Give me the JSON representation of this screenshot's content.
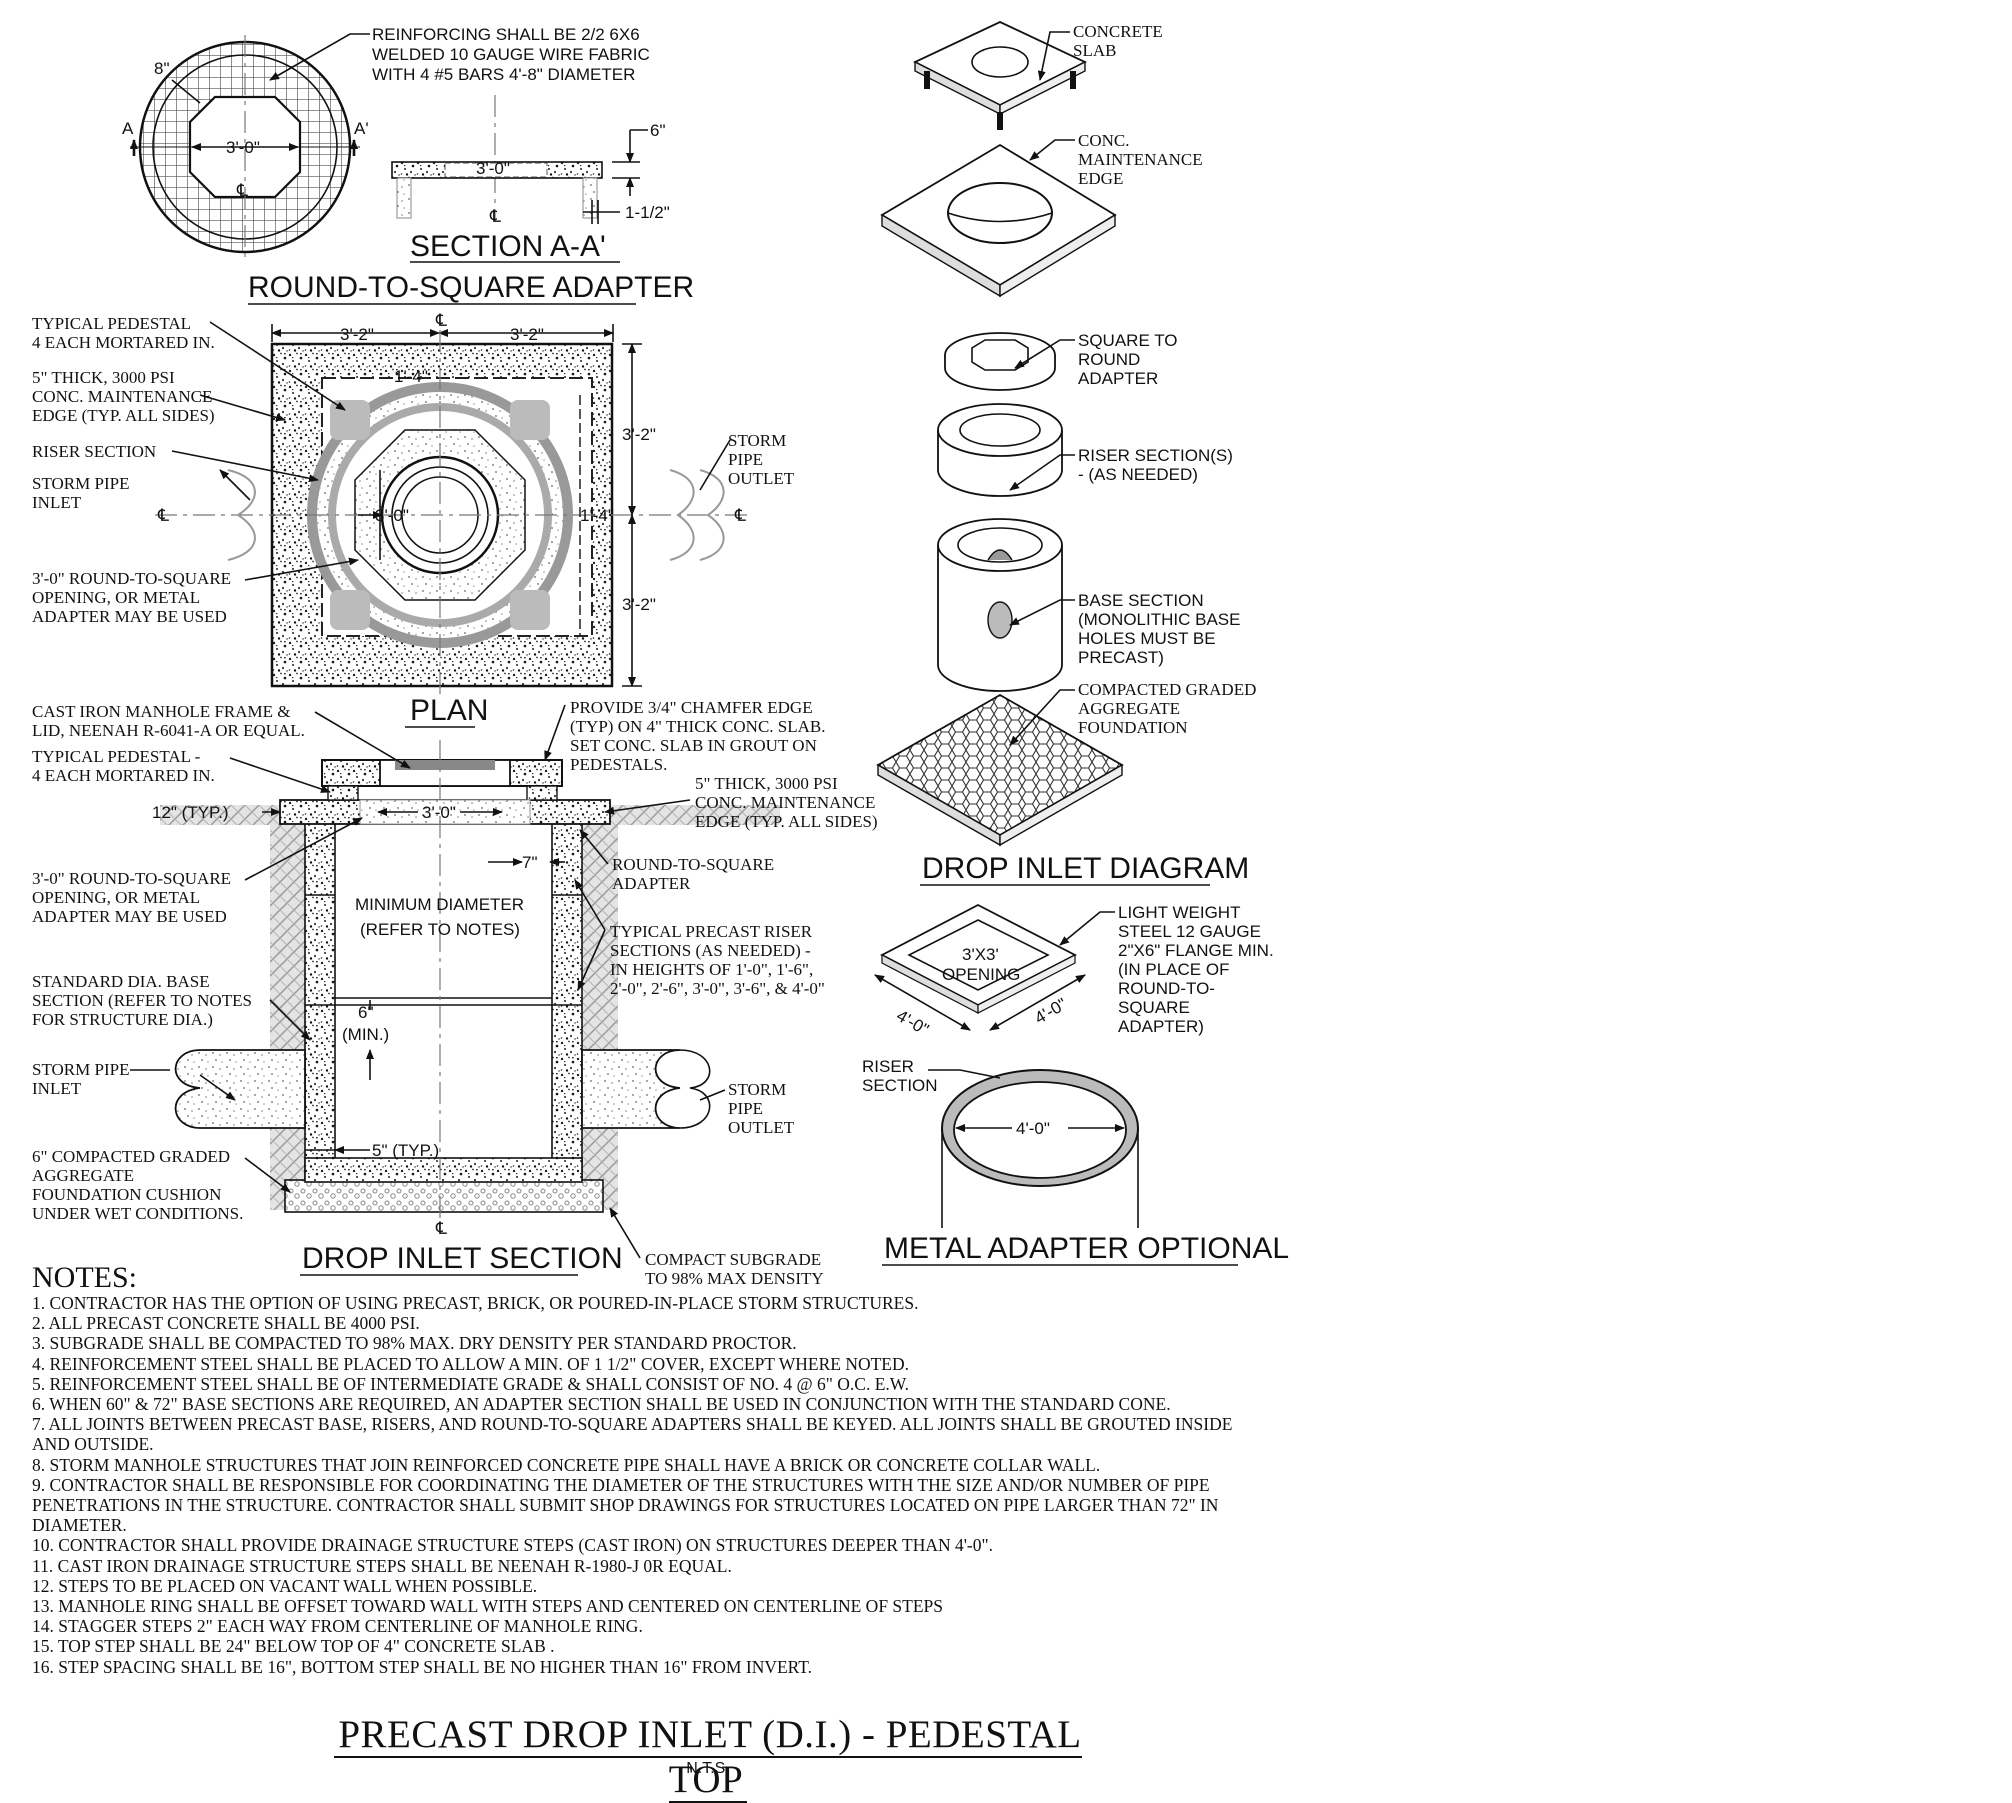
{
  "title": "PRECAST DROP INLET (D.I.) - PEDESTAL TOP",
  "scale": "N.T.S.",
  "adapter": {
    "title": "ROUND-TO-SQUARE ADAPTER",
    "section_title": "SECTION A-A'",
    "reinforcing_note": [
      "REINFORCING SHALL BE 2/2 6X6",
      "WELDED 10 GAUGE WIRE FABRIC",
      "WITH 4 #5 BARS 4'-8\" DIAMETER"
    ],
    "dim_8": "8\"",
    "dim_3_0": "3'-0\"",
    "sec_a": "A",
    "sec_a_prime": "A'",
    "cl": "℄",
    "dim_6": "6\"",
    "dim_1_5": "1-1/2\""
  },
  "plan": {
    "title": "PLAN",
    "dim_3_2": "3'-2\"",
    "dim_1_4": "1'-4\"",
    "dim_3_0": "3'-0\"",
    "labels": {
      "pedestal": [
        "TYPICAL PEDESTAL",
        "4 EACH MORTARED IN."
      ],
      "maint_edge": [
        "5\" THICK, 3000 PSI",
        "CONC. MAINTENANCE",
        "EDGE (TYP. ALL SIDES)"
      ],
      "riser": [
        "RISER SECTION"
      ],
      "inlet": [
        "STORM PIPE",
        "INLET"
      ],
      "opening": [
        "3'-0\" ROUND-TO-SQUARE",
        "OPENING, OR METAL",
        "ADAPTER MAY BE USED"
      ],
      "outlet": [
        "STORM",
        "PIPE",
        "OUTLET"
      ]
    }
  },
  "section": {
    "title": "DROP INLET SECTION",
    "dim_12": "12\" (TYP.)",
    "dim_3_0": "3'-0\"",
    "dim_7": "7\"",
    "dim_6": "6\"",
    "dim_min": "(MIN.)",
    "dim_5": "5\" (TYP.)",
    "min_dia": [
      "MINIMUM DIAMETER",
      "(REFER TO NOTES)"
    ],
    "labels": {
      "frame": [
        "CAST IRON MANHOLE FRAME &",
        "LID, NEENAH R-6041-A OR EQUAL."
      ],
      "pedestal": [
        "TYPICAL PEDESTAL -",
        "4 EACH MORTARED IN."
      ],
      "chamfer": [
        "PROVIDE 3/4\" CHAMFER EDGE",
        "(TYP) ON 4\" THICK CONC. SLAB.",
        "SET CONC. SLAB IN GROUT ON",
        "PEDESTALS."
      ],
      "maint_edge": [
        "5\" THICK, 3000 PSI",
        "CONC. MAINTENANCE",
        "EDGE (TYP. ALL SIDES)"
      ],
      "opening": [
        "3'-0\" ROUND-TO-SQUARE",
        "OPENING, OR METAL",
        "ADAPTER MAY BE USED"
      ],
      "adapter": [
        "ROUND-TO-SQUARE",
        "ADAPTER"
      ],
      "risers": [
        "TYPICAL PRECAST RISER",
        "SECTIONS (AS NEEDED) -",
        "IN HEIGHTS OF 1'-0\", 1'-6\",",
        "2'-0\", 2'-6\", 3'-0\", 3'-6\", & 4'-0\""
      ],
      "base": [
        "STANDARD DIA. BASE",
        "SECTION (REFER TO NOTES",
        "FOR STRUCTURE DIA.)"
      ],
      "inlet": [
        "STORM PIPE",
        "INLET"
      ],
      "outlet": [
        "STORM",
        "PIPE",
        "OUTLET"
      ],
      "foundation": [
        "6\" COMPACTED GRADED",
        "AGGREGATE",
        "FOUNDATION CUSHION",
        "UNDER WET CONDITIONS."
      ],
      "subgrade": [
        "COMPACT SUBGRADE",
        "TO 98% MAX DENSITY"
      ]
    }
  },
  "diagram": {
    "title": "DROP INLET DIAGRAM",
    "slab": [
      "CONCRETE",
      "SLAB"
    ],
    "maint": [
      "CONC.",
      "MAINTENANCE",
      "EDGE"
    ],
    "adapter": [
      "SQUARE TO",
      "ROUND",
      "ADAPTER"
    ],
    "riser": [
      "RISER SECTION(S)",
      "-  (AS NEEDED)"
    ],
    "base": [
      "BASE SECTION",
      "(MONOLITHIC BASE",
      "HOLES MUST BE",
      "PRECAST)"
    ],
    "foundation": [
      "COMPACTED GRADED",
      "AGGREGATE",
      "FOUNDATION"
    ]
  },
  "metal": {
    "title": "METAL ADAPTER OPTIONAL",
    "flange": [
      "LIGHT WEIGHT",
      "STEEL 12 GAUGE",
      "2\"X6\" FLANGE MIN.",
      "(IN PLACE OF",
      "ROUND-TO-",
      "SQUARE",
      "ADAPTER)"
    ],
    "opening": [
      "3'X3'",
      "OPENING"
    ],
    "dim_4_0": "4'-0\"",
    "riser": [
      "RISER",
      "SECTION"
    ]
  },
  "notes": {
    "heading": "NOTES:",
    "items": [
      "1.  CONTRACTOR HAS THE OPTION OF USING PRECAST, BRICK, OR POURED-IN-PLACE STORM STRUCTURES.",
      "2.  ALL PRECAST CONCRETE SHALL BE 4000 PSI.",
      "3.   SUBGRADE SHALL BE COMPACTED TO 98% MAX. DRY DENSITY PER STANDARD PROCTOR.",
      "4.   REINFORCEMENT STEEL SHALL BE PLACED TO ALLOW A MIN. OF 1 1/2\" COVER, EXCEPT WHERE NOTED.",
      "5.   REINFORCEMENT STEEL SHALL BE OF INTERMEDIATE GRADE & SHALL CONSIST OF NO. 4 @ 6\" O.C. E.W.",
      "6.   WHEN 60\" & 72\" BASE SECTIONS ARE REQUIRED, AN ADAPTER SECTION SHALL BE USED IN CONJUNCTION WITH THE STANDARD CONE.",
      "7.  ALL JOINTS BETWEEN PRECAST BASE, RISERS, AND ROUND-TO-SQUARE ADAPTERS SHALL BE KEYED.  ALL JOINTS SHALL BE GROUTED INSIDE AND OUTSIDE.",
      "8.  STORM MANHOLE STRUCTURES THAT JOIN REINFORCED CONCRETE PIPE SHALL HAVE A BRICK OR CONCRETE COLLAR WALL.",
      "9.  CONTRACTOR SHALL BE RESPONSIBLE FOR COORDINATING THE DIAMETER OF THE STRUCTURES WITH THE SIZE AND/OR NUMBER OF PIPE PENETRATIONS IN THE STRUCTURE. CONTRACTOR SHALL SUBMIT SHOP DRAWINGS FOR STRUCTURES LOCATED ON PIPE LARGER THAN 72\" IN DIAMETER.",
      "10.  CONTRACTOR SHALL PROVIDE DRAINAGE STRUCTURE STEPS (CAST IRON) ON STRUCTURES DEEPER THAN 4'-0\".",
      "11. CAST IRON DRAINAGE STRUCTURE STEPS SHALL BE NEENAH R-1980-J 0R EQUAL.",
      "12. STEPS TO BE PLACED ON VACANT WALL WHEN POSSIBLE.",
      "13. MANHOLE RING SHALL BE OFFSET TOWARD WALL WITH STEPS AND CENTERED ON CENTERLINE OF STEPS",
      "14. STAGGER STEPS 2\" EACH WAY FROM CENTERLINE OF MANHOLE RING.",
      "15. TOP STEP SHALL BE 24\" BELOW TOP OF 4\" CONCRETE SLAB .",
      "16. STEP SPACING SHALL BE 16\", BOTTOM STEP SHALL BE NO HIGHER THAN 16\" FROM INVERT."
    ]
  }
}
